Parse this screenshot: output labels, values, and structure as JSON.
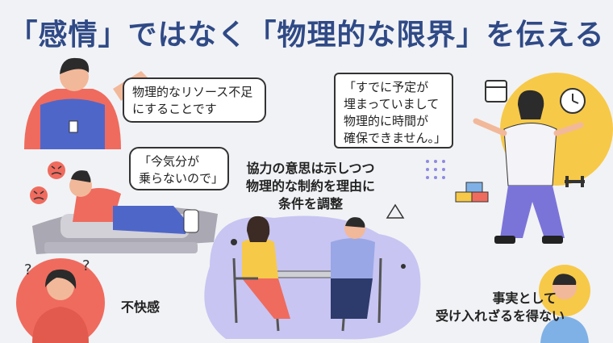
{
  "title": "「感情」ではなく「物理的な限界」を伝える",
  "bubbles": {
    "top_left": [
      "物理的なリソース不足",
      "にすることです"
    ],
    "middle_left": [
      "「今気分が",
      "乗らないので」"
    ],
    "top_right": [
      "「すでに予定が",
      "埋まっていまして",
      "物理的に時間が",
      "確保できません。」"
    ]
  },
  "labels": {
    "center": [
      "協力の意思は示しつつ",
      "物理的な制約を理由に",
      "条件を調整"
    ],
    "discomfort": "不快感",
    "bottom_right": [
      "事実として",
      "受け入れざるを得ない"
    ]
  },
  "colors": {
    "title": "#2f4a86",
    "accent_red": "#ef6b5e",
    "accent_yellow": "#f7c948",
    "accent_purple": "#b8b4ee",
    "shirt_blue": "#4f66c9"
  }
}
